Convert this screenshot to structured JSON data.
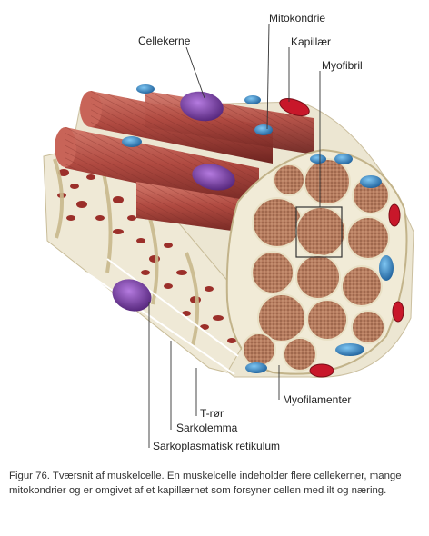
{
  "labels": {
    "cellekerne": "Cellekerne",
    "mitokondrie": "Mitokondrie",
    "kapillaer": "Kapillær",
    "myofibril": "Myofibril",
    "t_roer": "T-rør",
    "sarkolemma": "Sarkolemma",
    "sarkoplasmatisk": "Sarkoplasmatisk retikulum",
    "myofilamenter": "Myofilamenter"
  },
  "caption": "Figur 76. Tværsnit af muskelcelle. En muskelcelle indeholder flere cellekerner, mange mitokondrier og er omgivet af et kapillærnet som forsyner cellen med ilt og næring.",
  "colors": {
    "myofibril": "#b8574d",
    "myofibril_dark": "#7e2c26",
    "cross_section": "#b98264",
    "nucleus": "#7a3f9e",
    "mitochondria": "#2f86c8",
    "capillary": "#c8172a",
    "sarcolemma": "#e8e2cf"
  }
}
